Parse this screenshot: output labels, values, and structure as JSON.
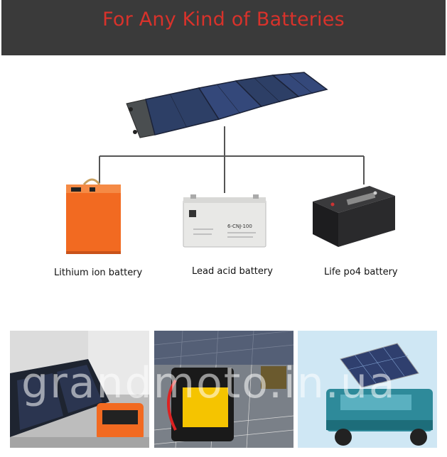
{
  "header": {
    "title": "For Any Kind of Batteries"
  },
  "batteries": [
    {
      "label": "Lithium ion battery"
    },
    {
      "label": "Lead acid battery"
    },
    {
      "label": "Life po4 battery"
    }
  ],
  "lead_battery_model": "6-CNJ-100",
  "watermark": "grandmoto.in.ua",
  "colors": {
    "header_bg": "#3a3a3a",
    "header_text": "#d8322b",
    "lithium_battery": "#f26a21"
  }
}
